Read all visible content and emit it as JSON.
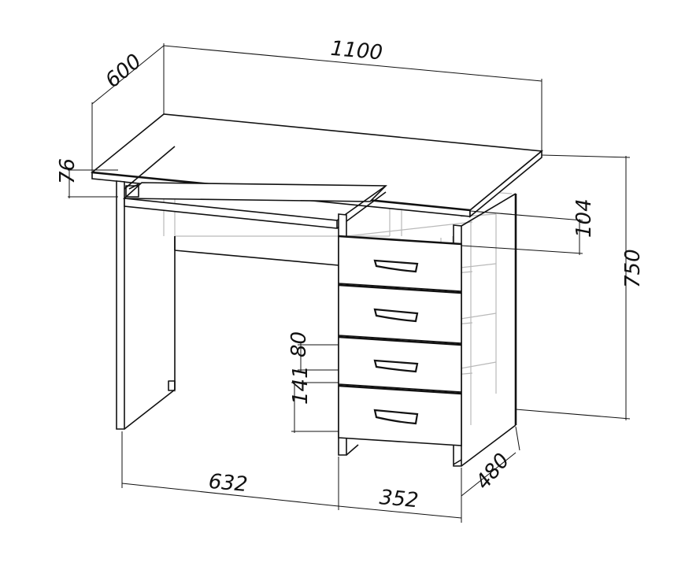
{
  "dimensions": {
    "depth_top": "600",
    "width_total": "1100",
    "top_thickness": "76",
    "keyboard_gap": "104",
    "height_total": "750",
    "drawer_small": "80",
    "drawer_large": "141",
    "depth_pedestal": "480",
    "width_knee": "632",
    "width_pedestal": "352"
  },
  "colors": {
    "line": "#111111",
    "hidden": "#b9b9b9",
    "background": "#ffffff"
  }
}
